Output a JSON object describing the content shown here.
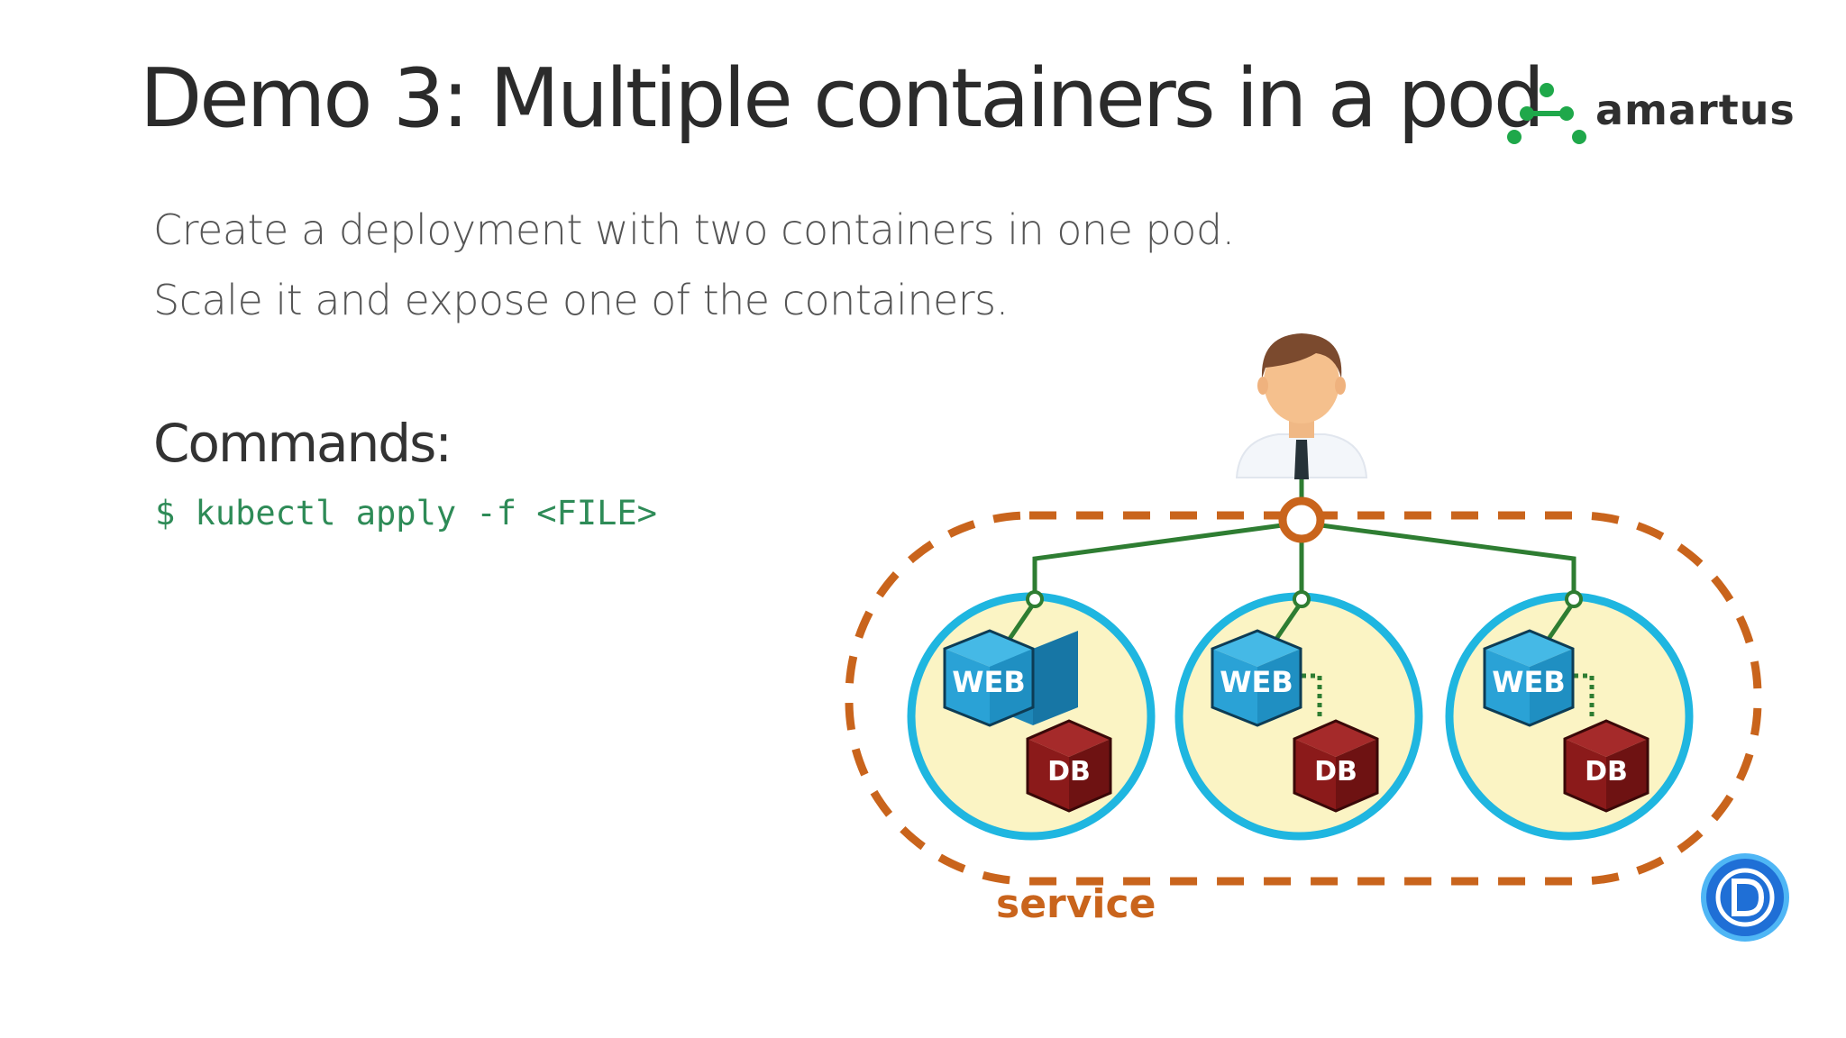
{
  "slide": {
    "title": "Demo 3: Multiple containers in a pod",
    "brand": "amartus",
    "bullets": [
      "Create a deployment with two containers in one pod.",
      "Scale it and expose one of the containers."
    ],
    "commands_heading": "Commands:",
    "command": "$ kubectl apply -f <FILE>"
  },
  "diagram": {
    "service_label": "service",
    "pods": [
      {
        "web_label": "WEB",
        "db_label": "DB"
      },
      {
        "web_label": "WEB",
        "db_label": "DB"
      },
      {
        "web_label": "WEB",
        "db_label": "DB"
      }
    ]
  },
  "colors": {
    "title": "#2b2b2b",
    "command": "#2e8b57",
    "service": "#c9641c",
    "pod_fill": "#fbf4c4",
    "pod_border": "#1fb6e0",
    "web_cube": "#2aa2d6",
    "db_cube": "#8b1a1a",
    "link": "#2e7d32",
    "brand_green": "#1fa84a"
  },
  "icons": [
    "amartus-logo-icon",
    "user-avatar-icon",
    "web-cube-icon",
    "db-cube-icon",
    "presenter-badge-icon"
  ]
}
